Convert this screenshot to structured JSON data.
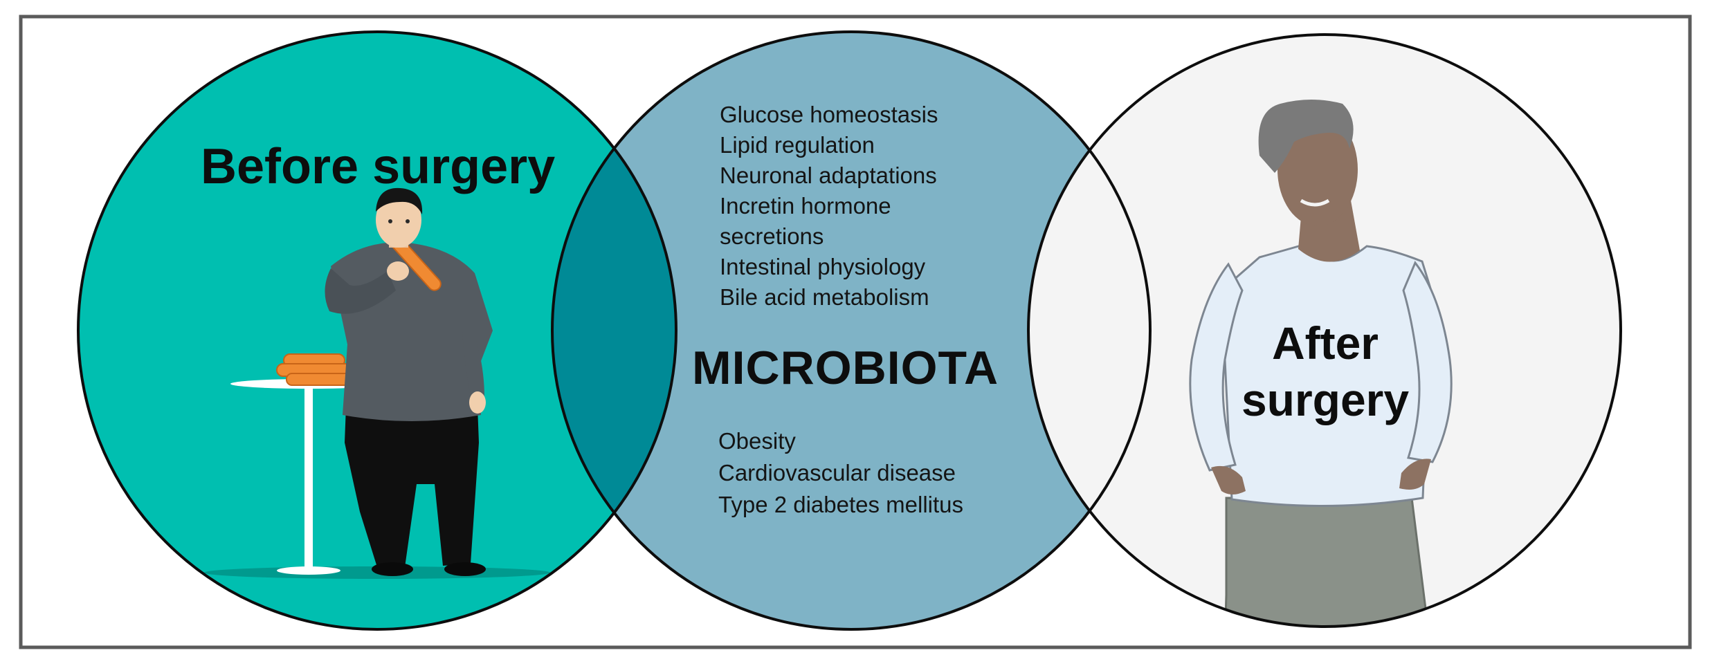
{
  "diagram": {
    "left_circle": {
      "title": "Before surgery",
      "fill": "#00bfb0",
      "illustration": "obese-man-eating-hot-dogs"
    },
    "center_circle": {
      "title": "MICROBIOTA",
      "fill": "#7fb3c6",
      "effects": [
        "Glucose homeostasis",
        "Lipid regulation",
        "Neuronal adaptations",
        "Incretin hormone",
        "secretions",
        "Intestinal physiology",
        "Bile acid metabolism"
      ],
      "conditions": [
        "Obesity",
        "Cardiovascular disease",
        "Type 2 diabetes mellitus"
      ]
    },
    "right_circle": {
      "title_line1": "After",
      "title_line2": "surgery",
      "fill": "#f4f4f4",
      "illustration": "slim-man-in-loose-trousers"
    },
    "overlap_fill": "#008a96",
    "border_color": "#5b5b5b"
  }
}
